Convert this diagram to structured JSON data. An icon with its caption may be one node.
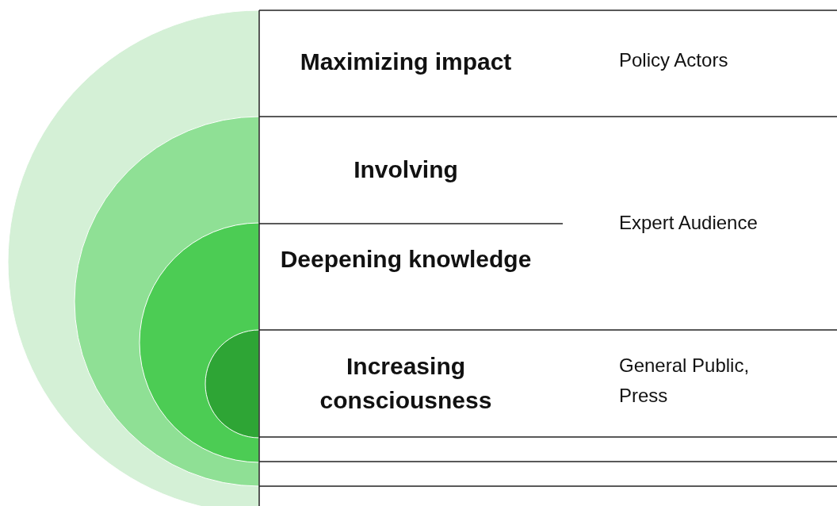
{
  "diagram": {
    "nodes": [
      {
        "text": [
          "Maximizing impact",
          "Policy Actors"
        ]
      },
      {
        "text": [
          "Involving"
        ]
      },
      {
        "text": [
          "Deepening knowledge"
        ]
      },
      {
        "text": [
          "Increasing consciousness",
          "General Public, Press"
        ]
      }
    ],
    "labels": [
      "Expert Audience"
    ]
  }
}
